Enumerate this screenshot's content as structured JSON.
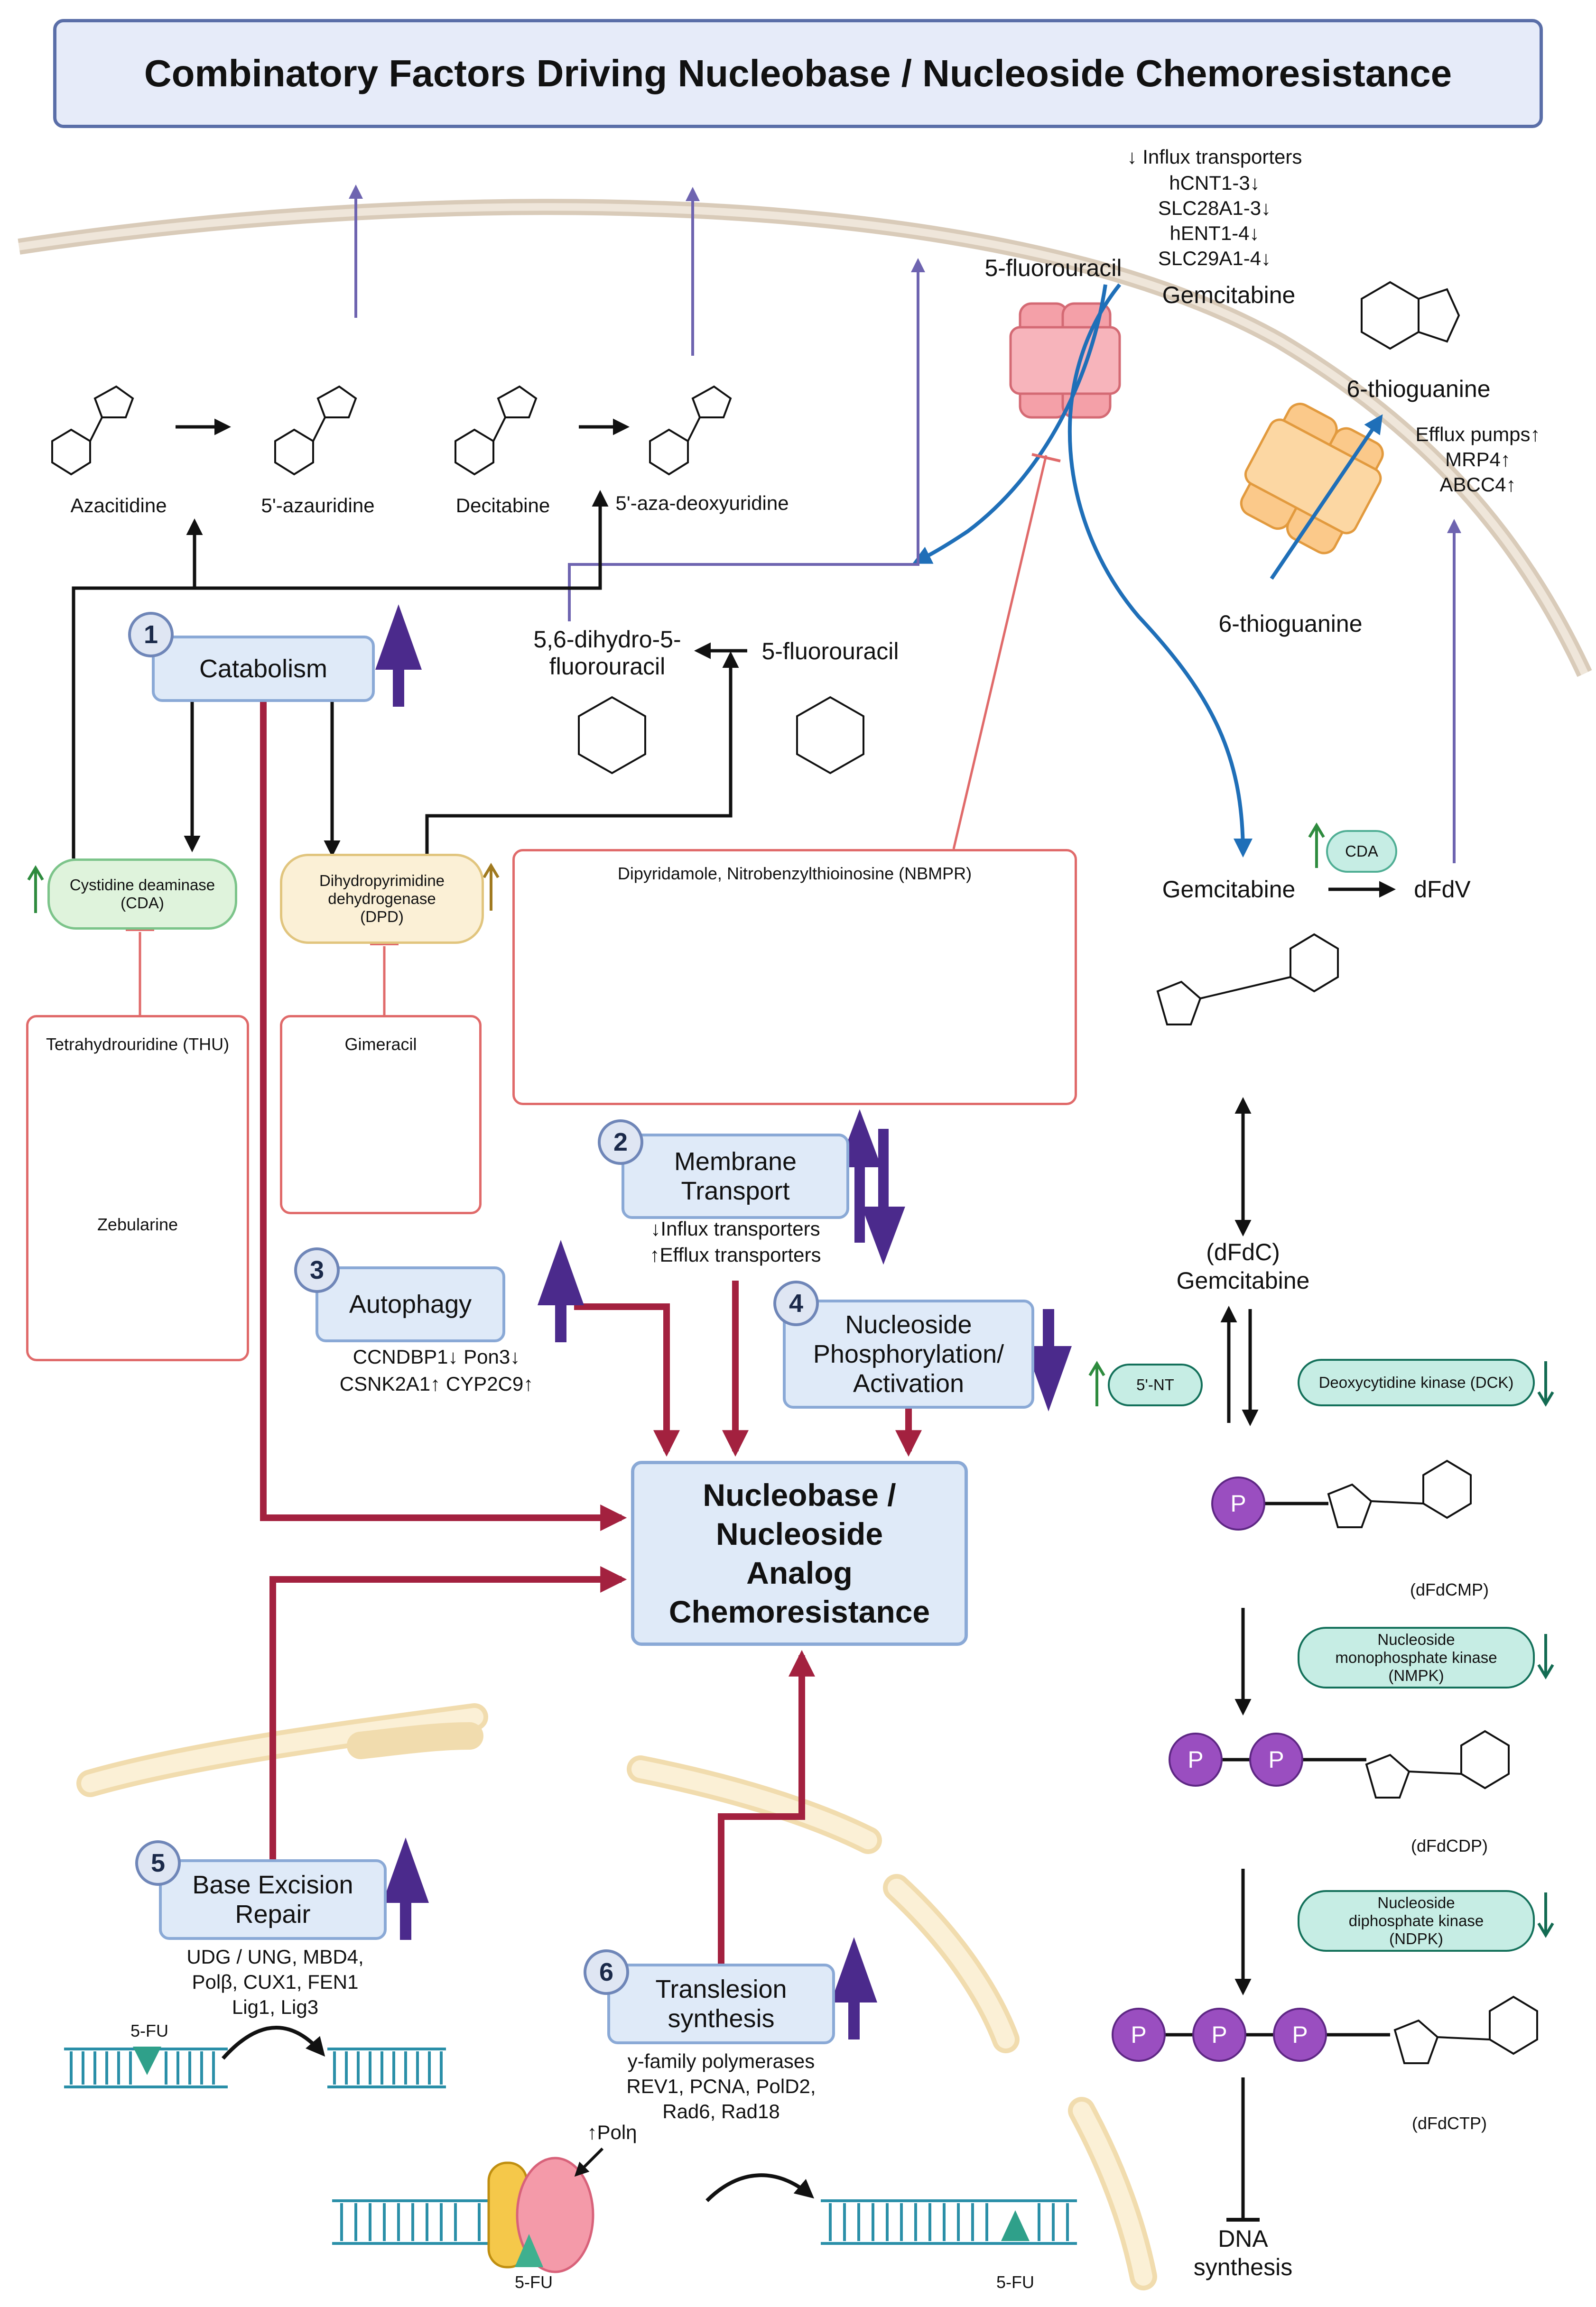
{
  "title": "Combinatory Factors Driving Nucleobase / Nucleoside Chemoresistance",
  "center": [
    "Nucleobase /",
    "Nucleoside",
    "Analog",
    "Chemoresistance"
  ],
  "factors": [
    {
      "number": "1",
      "label": "Catabolism"
    },
    {
      "number": "2",
      "label_line1": "Membrane",
      "label_line2": "Transport",
      "notes": [
        "↓Influx transporters",
        "↑Efflux transporters"
      ]
    },
    {
      "number": "3",
      "label": "Autophagy",
      "notes": [
        "CCNDBP1↓ Pon3↓",
        "CSNK2A1↑ CYP2C9↑"
      ]
    },
    {
      "number": "4",
      "label_line1": "Nucleoside",
      "label_line2": "Phosphorylation/",
      "label_line3": "Activation"
    },
    {
      "number": "5",
      "label_line1": "Base Excision",
      "label_line2": "Repair",
      "notes": [
        "UDG / UNG, MBD4,",
        "Polβ, CUX1, FEN1",
        "Lig1, Lig3"
      ]
    },
    {
      "number": "6",
      "label_line1": "Translesion",
      "label_line2": "synthesis",
      "notes": [
        "y-family polymerases",
        "REV1, PCNA, PolD2,",
        "Rad6, Rad18"
      ]
    }
  ],
  "drugs_top": [
    "Azacitidine",
    "5'-azauridine",
    "Decitabine",
    "5'-aza-deoxyuridine"
  ],
  "membrane": {
    "influx_header": "↓ Influx transporters",
    "influx_list": [
      "hCNT1-3↓",
      "SLC28A1-3↓",
      "hENT1-4↓",
      "SLC29A1-4↓"
    ],
    "fu_label": "5-fluorouracil",
    "gem_label": "Gemcitabine",
    "tg_label": "6-thioguanine",
    "tg_inside_label": "6-thioguanine",
    "efflux": [
      "Efflux pumps↑",
      "MRP4↑",
      "ABCC4↑"
    ]
  },
  "metabolites": {
    "dihydro_line1": "5,6-dihydro-5-",
    "dihydro_line2": "fluorouracil",
    "fu_inside": "5-fluorouracil",
    "gemcitabine": "Gemcitabine",
    "dfdv": "dFdV",
    "dfdc_line1": "(dFdC)",
    "dfdc_line2": "Gemcitabine",
    "dfdcmp": "(dFdCMP)",
    "dfdcdp": "(dFdCDP)",
    "dfdctp": "(dFdCTP)",
    "dna_line1": "DNA",
    "dna_line2": "synthesis",
    "phosphate": "P"
  },
  "enzymes": {
    "cda_line1": "Cystidine deaminase",
    "cda_line2": "(CDA)",
    "dpd_line1": "Dihydropyrimidine",
    "dpd_line2": "dehydrogenase",
    "dpd_line3": "(DPD)",
    "cda_small": "CDA",
    "nt5": "5'-NT",
    "dck": "Deoxycytidine kinase (DCK)",
    "nmpk_line1": "Nucleoside",
    "nmpk_line2": "monophosphate kinase",
    "nmpk_line3": "(NMPK)",
    "ndpk_line1": "Nucleoside",
    "ndpk_line2": "diphosphate kinase",
    "ndpk_line3": "(NDPK)"
  },
  "inhibitors": {
    "thu": "Tetrahydrouridine (THU)",
    "zebularine": "Zebularine",
    "gimeracil": "Gimeracil",
    "nbmpr": "Dipyridamole, Nitrobenzylthioinosine (NBMPR)"
  },
  "dna": {
    "fu_mark": "5-FU",
    "pol_eta": "↑Polη"
  },
  "colors": {
    "arrow_red": "#a3213f",
    "arrow_purple": "#4b2a8c",
    "membrane": "#d9cbb9",
    "transport_blue": "#1f6fb8",
    "efflux_violet": "#6e64b0",
    "cda_green": "#dff3dc",
    "dpd_yellow": "#fbf0d6",
    "kinase_teal": "#c6ede4",
    "phosphate_purple": "#9a4ec0",
    "dna_teal": "#2a8fa8"
  }
}
